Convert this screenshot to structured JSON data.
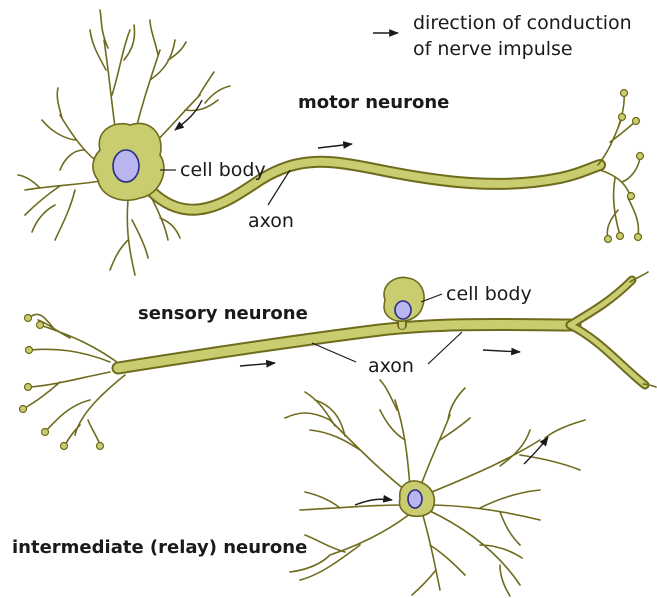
{
  "colors": {
    "cytoplasm": "#c9cd6f",
    "membrane": "#6f6b1e",
    "nucleus": "#b9b6ef",
    "text": "#1a1a1a"
  },
  "legend": {
    "arrow_text_line1": "direction of conduction",
    "arrow_text_line2": "of nerve impulse"
  },
  "motor": {
    "title": "motor neurone",
    "cell_body_label": "cell body",
    "axon_label": "axon"
  },
  "sensory": {
    "title": "sensory neurone",
    "cell_body_label": "cell body",
    "axon_label": "axon"
  },
  "relay": {
    "title": "intermediate (relay) neurone"
  }
}
